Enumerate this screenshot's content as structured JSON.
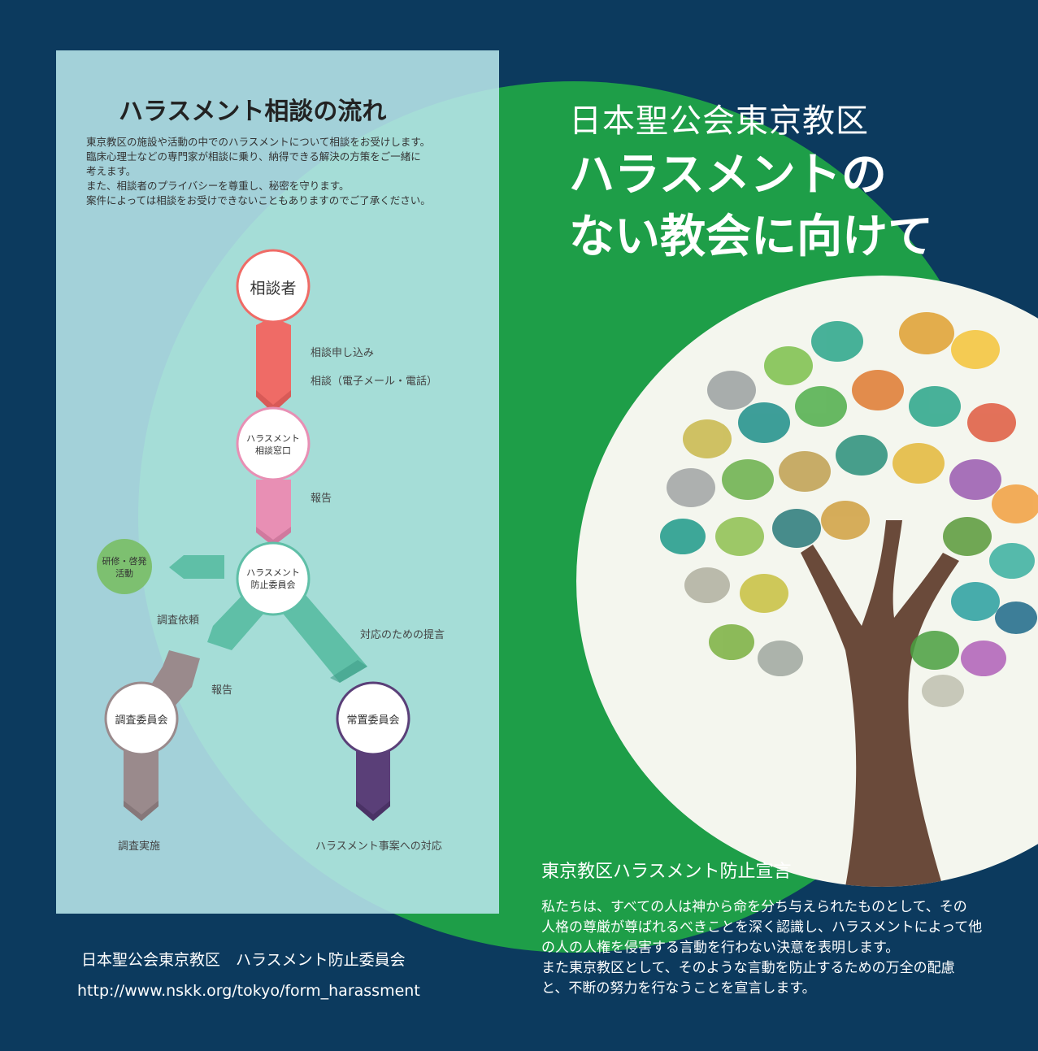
{
  "colors": {
    "background": "#0c3a5e",
    "green": "#1e9e48",
    "panel": "#a9dde0",
    "red": "#ef6b66",
    "pink": "#e88fb4",
    "teal": "#5fbfa7",
    "taupe": "#9a8a8c",
    "purple": "#5a3f78",
    "trunk": "#6a4a3a"
  },
  "header": {
    "org": "日本聖公会東京教区",
    "headline_line1": "ハラスメントの",
    "headline_line2": "ない教会に向けて"
  },
  "flow": {
    "title": "ハラスメント相談の流れ",
    "intro": [
      "東京教区の施設や活動の中でのハラスメントについて相談をお受けします。",
      "臨床心理士などの専門家が相談に乗り、納得できる解決の方策をご一緒に",
      "考えます。",
      "また、相談者のプライバシーを尊重し、秘密を守ります。",
      "案件によっては相談をお受けできないこともありますのでご了承ください。"
    ],
    "nodes": {
      "consulter": "相談者",
      "window_l1": "ハラスメント",
      "window_l2": "相談窓口",
      "committee_l1": "ハラスメント",
      "committee_l2": "防止委員会",
      "investigation": "調査委員会",
      "standing": "常置委員会",
      "training_l1": "研修・啓発",
      "training_l2": "活動"
    },
    "labels": {
      "apply": "相談申し込み",
      "consult_method": "相談（電子メール・電話）",
      "report1": "報告",
      "request": "調査依頼",
      "proposal": "対応のための提言",
      "report2": "報告",
      "investigate": "調査実施",
      "response": "ハラスメント事案への対応"
    }
  },
  "declaration": {
    "title": "東京教区ハラスメント防止宣言",
    "lines": [
      "私たちは、すべての人は神から命を分ち与えられたものとして、その",
      "人格の尊厳が尊ばれるべきことを深く認識し、ハラスメントによって他",
      "の人の人権を侵害する言動を行わない決意を表明します。",
      "また東京教区として、そのような言動を防止するための万全の配慮",
      "と、不断の努力を行なうことを宣言します。"
    ]
  },
  "footer": {
    "org": "日本聖公会東京教区　ハラスメント防止委員会",
    "url": "http://www.nskk.org/tokyo/form_harassment"
  }
}
